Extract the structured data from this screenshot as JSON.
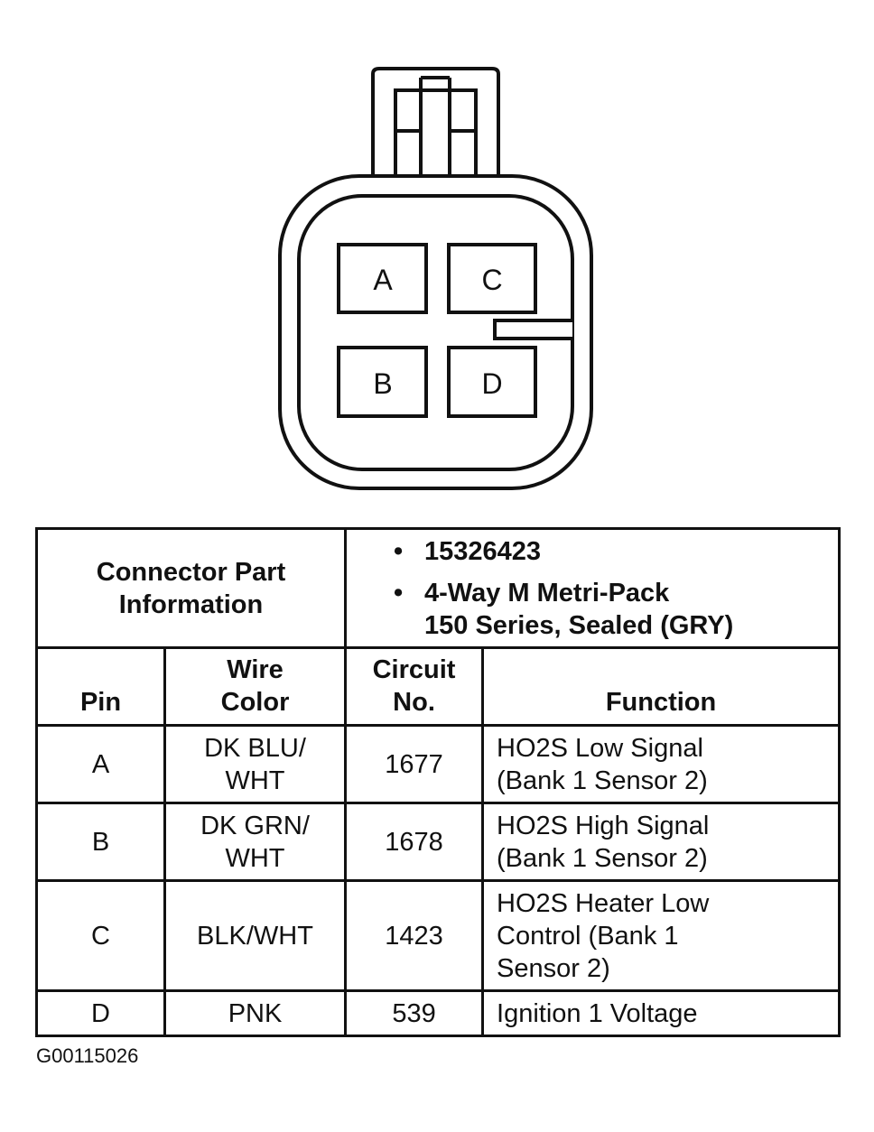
{
  "connector": {
    "pins": [
      {
        "id": "A"
      },
      {
        "id": "C"
      },
      {
        "id": "B"
      },
      {
        "id": "D"
      }
    ]
  },
  "part_info": {
    "label_line1": "Connector Part",
    "label_line2": "Information",
    "bullet_symbol": "•",
    "part_number": "15326423",
    "description_line1": "4-Way M Metri-Pack",
    "description_line2": "150 Series, Sealed (GRY)"
  },
  "columns": {
    "pin": "Pin",
    "wire_color_line1": "Wire",
    "wire_color_line2": "Color",
    "circuit_line1": "Circuit",
    "circuit_line2": "No.",
    "function": "Function"
  },
  "rows": [
    {
      "pin": "A",
      "wire_line1": "DK BLU/",
      "wire_line2": "WHT",
      "circuit": "1677",
      "func_line1": "HO2S Low Signal",
      "func_line2": "(Bank 1 Sensor 2)",
      "func_line3": ""
    },
    {
      "pin": "B",
      "wire_line1": "DK GRN/",
      "wire_line2": "WHT",
      "circuit": "1678",
      "func_line1": "HO2S High Signal",
      "func_line2": "(Bank 1 Sensor 2)",
      "func_line3": ""
    },
    {
      "pin": "C",
      "wire_line1": "BLK/WHT",
      "wire_line2": "",
      "circuit": "1423",
      "func_line1": "HO2S Heater Low",
      "func_line2": "Control (Bank 1",
      "func_line3": "Sensor 2)"
    },
    {
      "pin": "D",
      "wire_line1": "PNK",
      "wire_line2": "",
      "circuit": "539",
      "func_line1": "Ignition 1 Voltage",
      "func_line2": "",
      "func_line3": ""
    }
  ],
  "figure_code": "G00115026"
}
